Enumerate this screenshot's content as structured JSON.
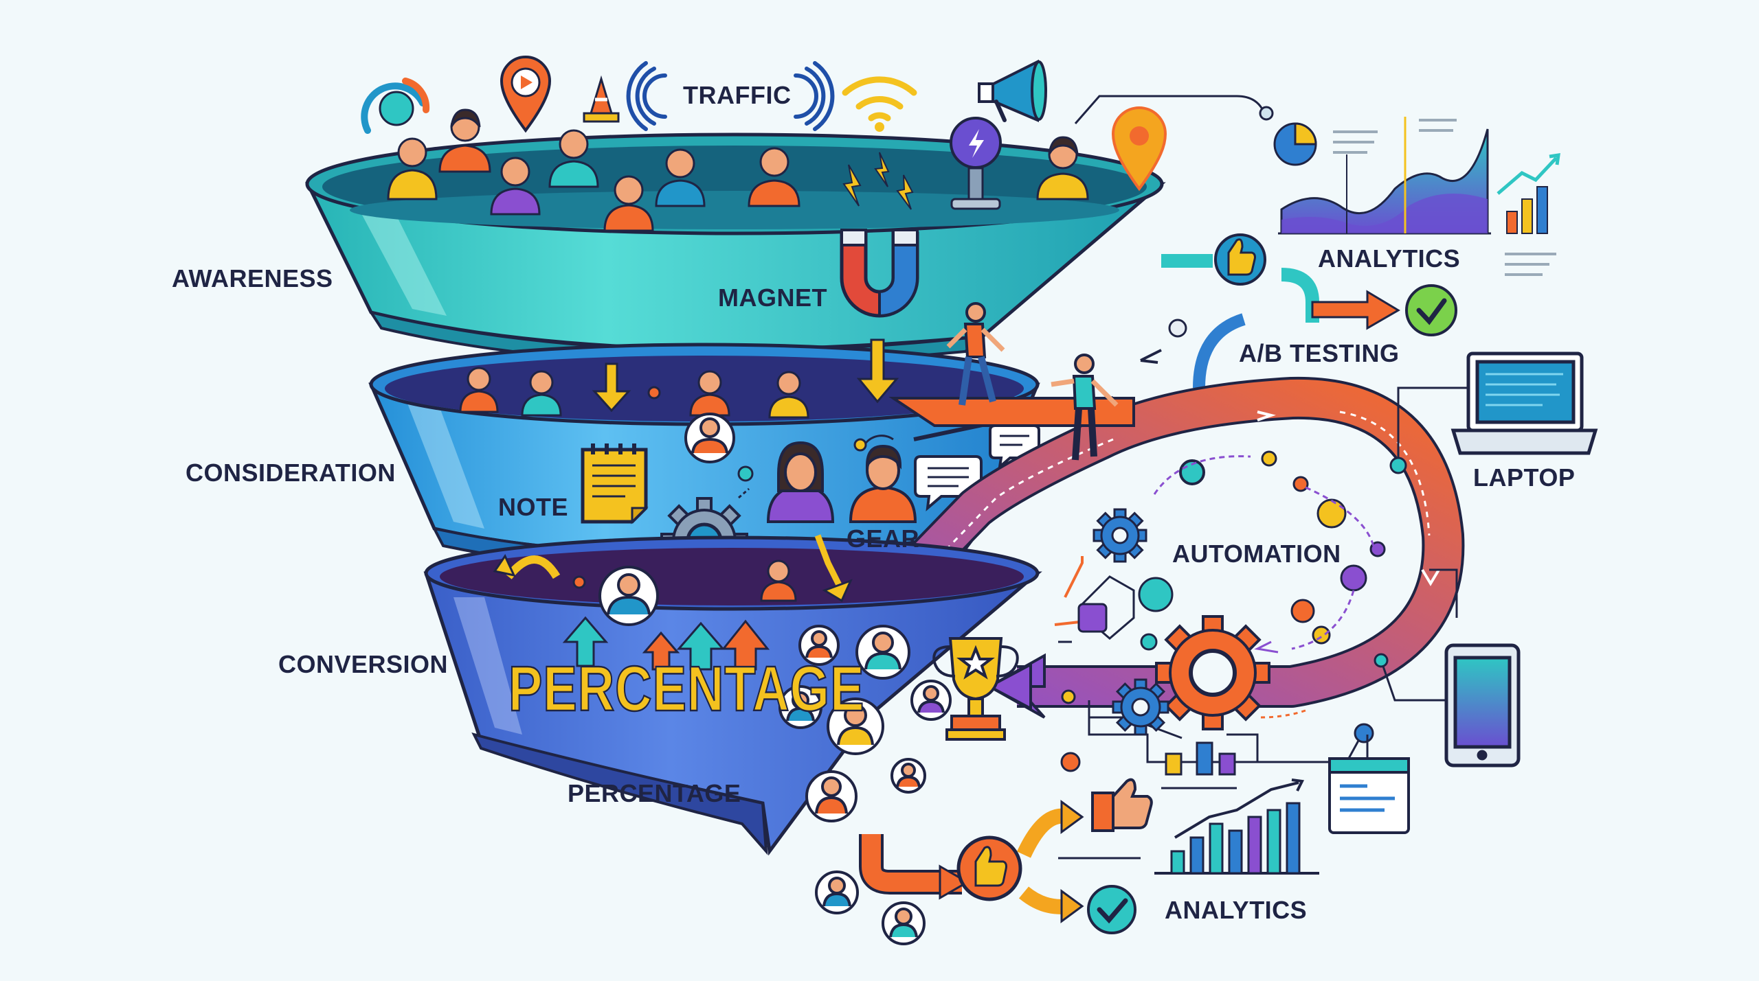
{
  "labels": {
    "traffic": "TRAFFIC",
    "awareness": "AWARENESS",
    "magnet": "MAGNET",
    "consideration": "CONSIDERATION",
    "note": "NOTE",
    "gear": "GEAR",
    "conversion": "CONVERSION",
    "percentage_big": "PERCENTAGE",
    "percentage": "PERCENTAGE",
    "analytics_top": "ANALYTICS",
    "ab_testing": "A/B TESTING",
    "laptop": "LAPTOP",
    "automation": "AUTOMATION",
    "analytics_bottom": "ANALYTICS"
  },
  "colors": {
    "funnel_top": "#2fc6c3",
    "funnel_middle": "#2fa3e8",
    "funnel_bottom": "#3f6fd6",
    "path_orange": "#f26a2e",
    "path_purple": "#8a4fd0",
    "accent_yellow": "#f4c21f",
    "outline": "#1f2444"
  },
  "icons": [
    "gauge-icon",
    "location-pin-icon",
    "traffic-cone-icon",
    "wifi-icon",
    "megaphone-icon",
    "lightning-bulb-icon",
    "magnet-icon",
    "map-pin-icon",
    "pie-chart-icon",
    "area-chart-icon",
    "bar-chart-icon",
    "thumbs-up-icon",
    "check-icon",
    "laptop-icon",
    "notepad-icon",
    "gear-icon",
    "chat-bubble-icon",
    "trophy-icon",
    "tablet-icon",
    "browser-window-icon"
  ]
}
